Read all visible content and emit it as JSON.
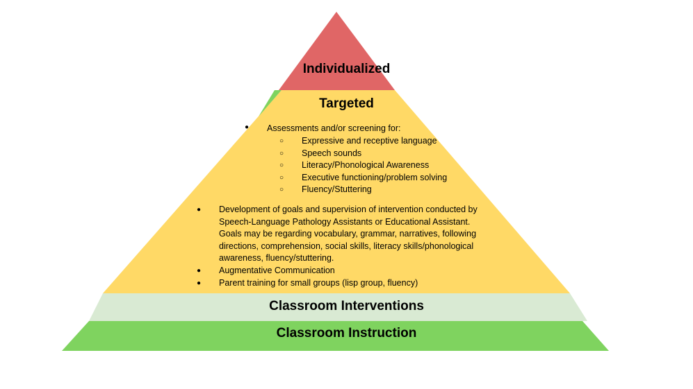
{
  "colors": {
    "individualized": "#e06666",
    "targeted": "#ffd966",
    "classroom_interventions": "#d9ead3",
    "classroom_instruction": "#7fd35f"
  },
  "tiers": {
    "individualized": "Individualized",
    "targeted": "Targeted",
    "classroom_interventions": "Classroom Interventions",
    "classroom_instruction": "Classroom Instruction"
  },
  "bullet_symbols": {
    "filled": "●",
    "hollow": "○"
  },
  "assessments": {
    "heading": "Assessments and/or screening for:",
    "items": [
      "Expressive and receptive language",
      "Speech sounds",
      "Literacy/Phonological Awareness",
      "Executive functioning/problem solving",
      "Fluency/Stuttering"
    ]
  },
  "goals": [
    "Development of goals and supervision of intervention conducted by Speech-Language Pathology Assistants or Educational Assistant. Goals may be regarding vocabulary, grammar, narratives, following directions, comprehension, social skills, literacy skills/phonological awareness, fluency/stuttering.",
    "Augmentative Communication",
    "Parent training for small groups (lisp group, fluency)"
  ]
}
